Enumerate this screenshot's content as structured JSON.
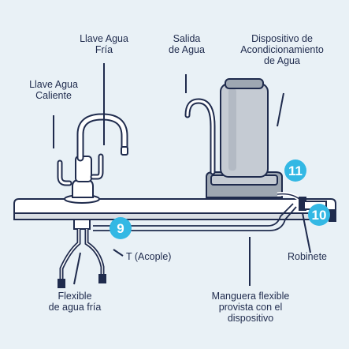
{
  "labels": {
    "cold_tap": [
      "Llave Agua",
      "Fría"
    ],
    "water_outlet": [
      "Salida",
      "de Agua"
    ],
    "conditioning_device": [
      "Dispositivo de",
      "Acondicionamiento",
      "de Agua"
    ],
    "hot_tap": [
      "Llave Agua",
      "Caliente"
    ],
    "t_coupling": "T (Acople)",
    "valve": "Robinete",
    "cold_hose": [
      "Flexible",
      "de agua fría"
    ],
    "device_hose": [
      "Manguera flexible",
      "provista con el",
      "dispositivo"
    ]
  },
  "badges": {
    "coupling": "9",
    "valve": "10",
    "device": "11"
  },
  "colors": {
    "background": "#e9f1f6",
    "line": "#1f2b4d",
    "device_fill": "#c5cbd3",
    "device_dark": "#9ea7b2",
    "accent": "#33b8e4"
  }
}
